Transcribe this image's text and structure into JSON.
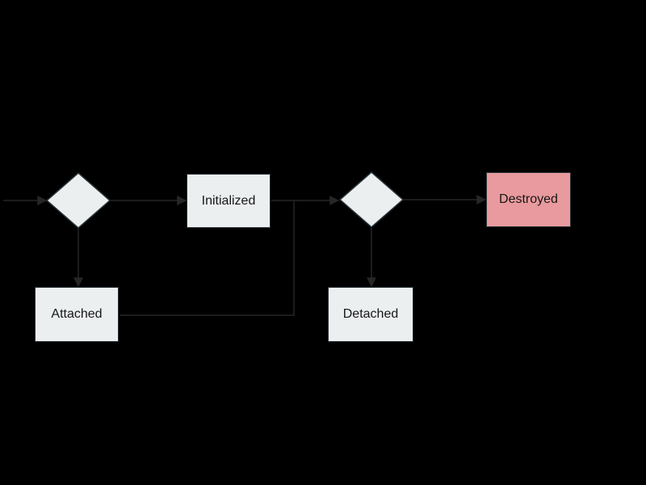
{
  "colors": {
    "background": "#000000",
    "node_fill": "#ECEFF0",
    "node_border": "#263238",
    "destroyed_fill": "#E99A9E",
    "edge_stroke": "#262626",
    "text": "#161616"
  },
  "diagram": {
    "type": "state-flowchart",
    "nodes": {
      "decision1": {
        "type": "decision",
        "label": ""
      },
      "initialized": {
        "type": "state",
        "label": "Initialized"
      },
      "attached": {
        "type": "state",
        "label": "Attached"
      },
      "decision2": {
        "type": "decision",
        "label": ""
      },
      "detached": {
        "type": "state",
        "label": "Detached"
      },
      "destroyed": {
        "type": "state",
        "label": "Destroyed",
        "fill": "#E99A9E"
      }
    },
    "edges": [
      {
        "from": "start",
        "to": "decision1",
        "arrow": true
      },
      {
        "from": "decision1",
        "to": "initialized",
        "arrow": true
      },
      {
        "from": "decision1",
        "to": "attached",
        "arrow": true
      },
      {
        "from": "initialized",
        "to": "decision2",
        "arrow": true
      },
      {
        "from": "attached",
        "to": "decision2",
        "arrow": false,
        "joins": "initialized-to-decision2"
      },
      {
        "from": "decision2",
        "to": "destroyed",
        "arrow": true
      },
      {
        "from": "decision2",
        "to": "detached",
        "arrow": true
      }
    ]
  }
}
